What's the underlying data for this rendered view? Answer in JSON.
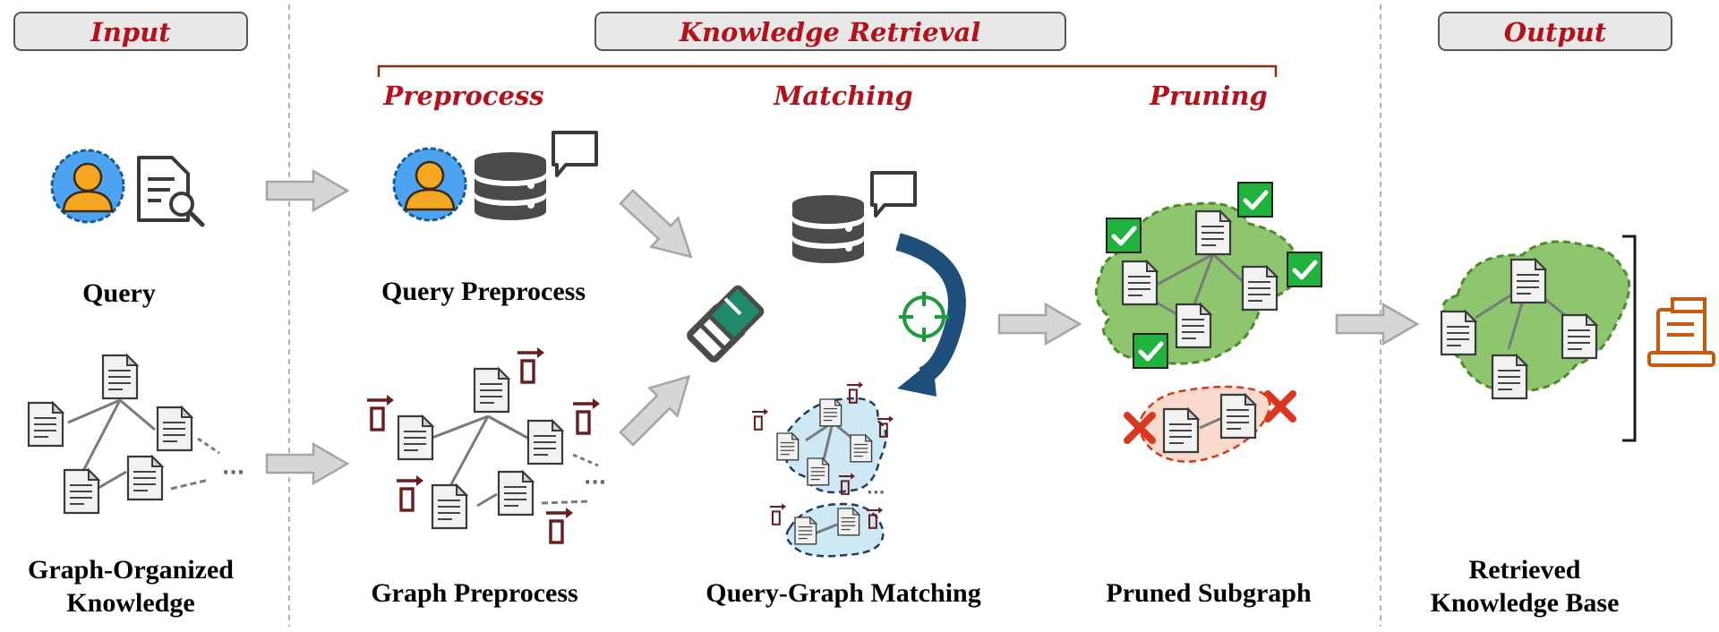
{
  "sections": {
    "input": "Input",
    "knowledge_retrieval": "Knowledge Retrieval",
    "output": "Output"
  },
  "stages": {
    "preprocess": "Preprocess",
    "matching": "Matching",
    "pruning": "Pruning"
  },
  "labels": {
    "query": "Query",
    "graph_knowledge": [
      "Graph-Organized",
      "Knowledge"
    ],
    "query_preprocess": "Query Preprocess",
    "graph_preprocess": "Graph Preprocess",
    "query_graph_matching": "Query-Graph Matching",
    "pruned_subgraph": "Pruned Subgraph",
    "retrieved_kb": [
      "Retrieved",
      "Knowledge Base"
    ],
    "ellipsis": "···"
  },
  "icons": [
    "user-icon",
    "document-search-icon",
    "database-icon",
    "chat-bubble-icon",
    "handshake-icon",
    "crosshair-icon",
    "checkmark-icon",
    "cross-icon",
    "document-icon",
    "vector-arrow-icon",
    "knowledge-base-icon"
  ],
  "colors": {
    "header_text": "#b3121b",
    "bracket": "#8b2a1a",
    "user_blue": "#4da3f0",
    "user_orange": "#f5a623",
    "database": "#4a4a4a",
    "kept_subgraph": "#8dc66f",
    "pruned_subgraph": "#f9dacd",
    "match_cluster": "#cfe8f5",
    "check_green": "#1fb23c",
    "cross_red": "#d9381e",
    "curved_arrow": "#1d4f7a",
    "crosshair": "#1e9b3e",
    "kb_icon": "#c55a11",
    "vector": "#6a1b1b"
  }
}
